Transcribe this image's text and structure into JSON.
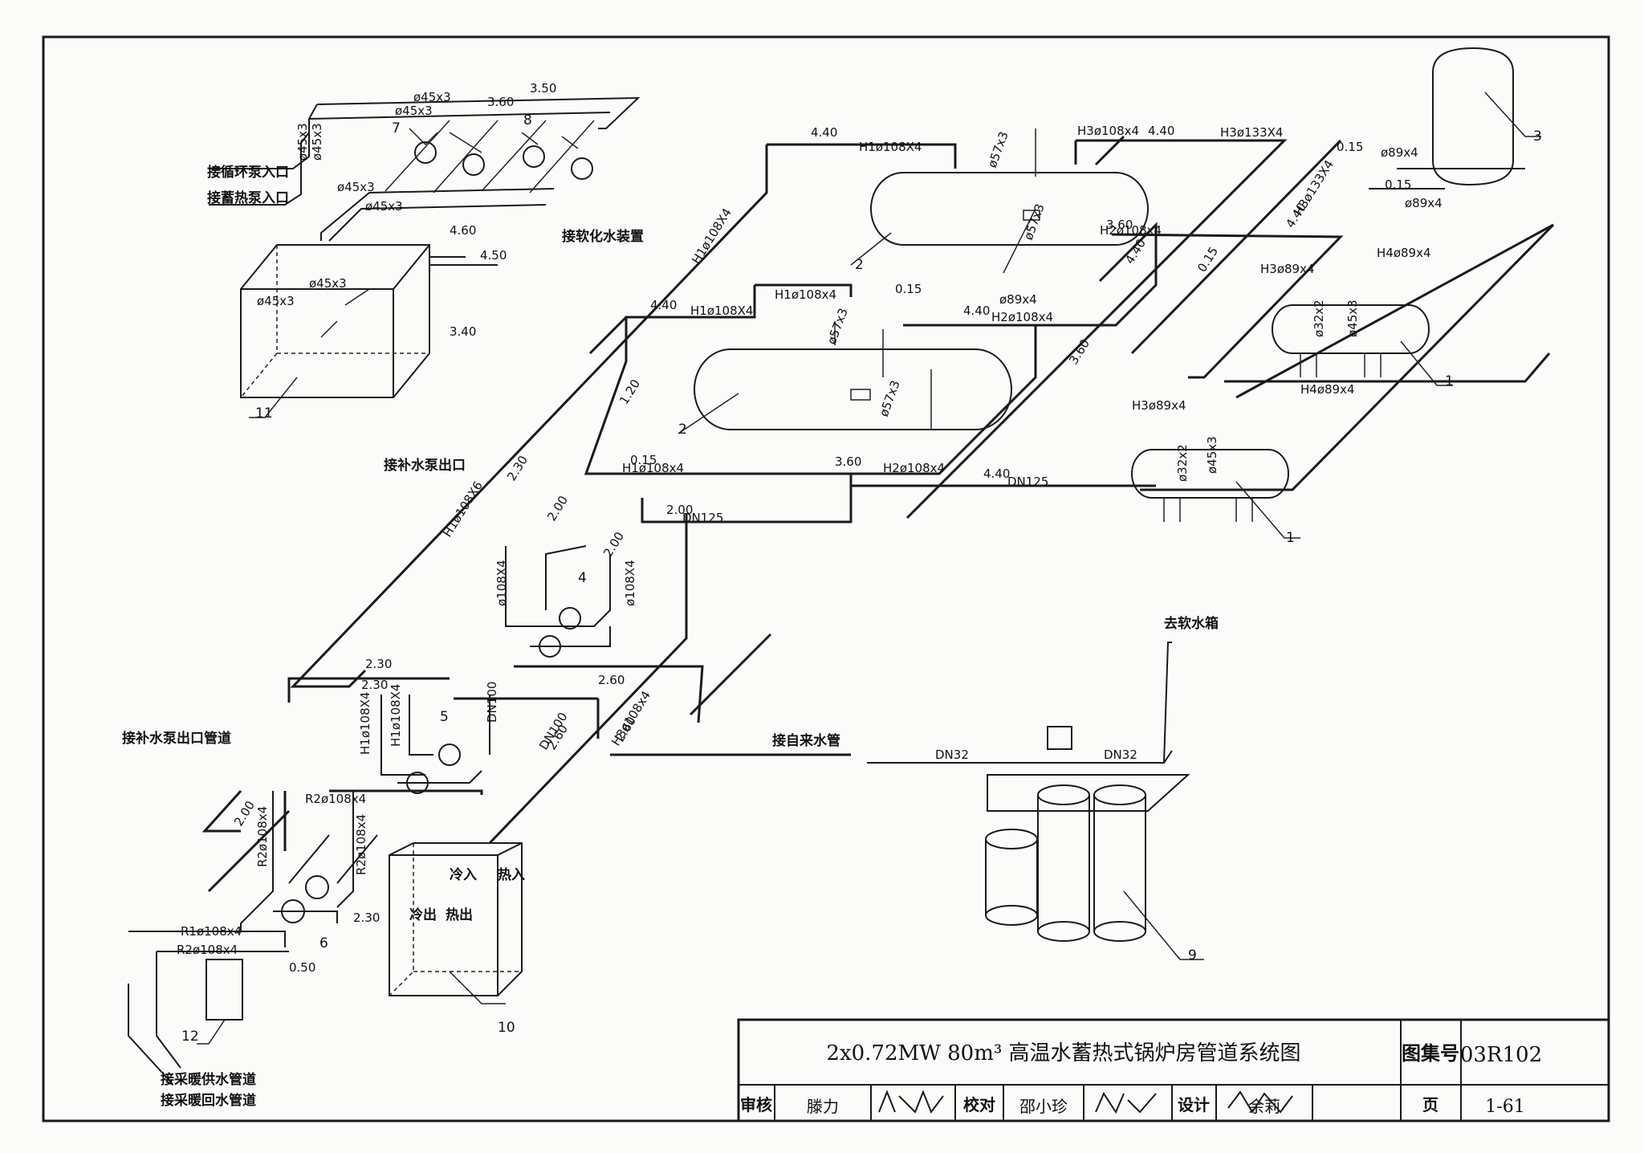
{
  "title_block": {
    "drawing_title": "2x0.72MW 80m³ 高温水蓄热式锅炉房管道系统图",
    "atlas_label": "图集号",
    "atlas_no": "03R102",
    "review_label": "审核",
    "review_name": "滕力",
    "check_label": "校对",
    "check_name": "邵小珍",
    "design_label": "设计",
    "design_name": "余莉",
    "page_label": "页",
    "page_no": "1-61"
  },
  "connections": {
    "circ_pump_inlet": "接循环泵入口",
    "heat_pump_inlet": "接蓄热泵入口",
    "softener": "接软化水装置",
    "makeup_pump_outlet": "接补水泵出口",
    "makeup_pump_outlet_pipe": "接补水泵出口管道",
    "tap_water": "接自来水管",
    "to_soft_tank": "去软水箱",
    "heating_supply": "接采暖供水管道",
    "heating_return": "接采暖回水管道"
  },
  "tank10": {
    "cold_in": "冷入",
    "hot_in": "热入",
    "cold_out": "冷出",
    "hot_out": "热出"
  },
  "pipes": {
    "p45": "ø45x3",
    "p57": "ø57x3",
    "p89": "ø89x4",
    "h1_108x4_a": "H1ø108X4",
    "h1_108x4_b": "H1ø108x4",
    "h1_108X6": "H1ø108X6",
    "h2_108x4": "H2ø108x4",
    "h3_108x4": "H3ø108x4",
    "h3_133x4": "H3ø133X4",
    "h3_89x4": "H3ø89x4",
    "h4_89x4": "H4ø89x4",
    "r1_108x4": "R1ø108x4",
    "r2_108x4": "R2ø108x4",
    "p108x4": "ø108X4",
    "p45x3_v": "ø45x3",
    "p32x2": "ø32x2",
    "dn32": "DN32",
    "dn100": "DN100",
    "dn125": "DN125",
    "h3_108x4_b": "H3ø108x4"
  },
  "elevations": {
    "e350": "3.50",
    "e360": "3.60",
    "e440": "4.40",
    "e460": "4.60",
    "e450": "4.50",
    "e340": "3.40",
    "e015": "0.15",
    "e120": "1.20",
    "e230": "2.30",
    "e200": "2.00",
    "e260": "2.60",
    "e050": "0.50"
  },
  "equipment": {
    "n1": "1",
    "n2": "2",
    "n3": "3",
    "n4": "4",
    "n5": "5",
    "n6": "6",
    "n7": "7",
    "n8": "8",
    "n9": "9",
    "n10": "10",
    "n11": "11",
    "n12": "12"
  }
}
